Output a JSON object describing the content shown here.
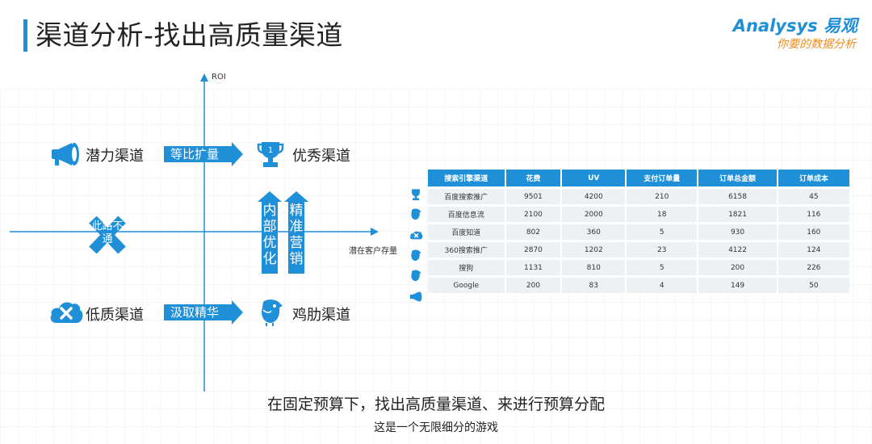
{
  "header": {
    "title": "渠道分析-找出高质量渠道",
    "brand_main": "Analysys 易观",
    "brand_sub": "你要的数据分析"
  },
  "axes": {
    "y_label": "ROI",
    "x_label": "潜在客户存量"
  },
  "quadrants": {
    "top_left": {
      "label": "潜力渠道",
      "icon": "megaphone-icon"
    },
    "top_right": {
      "label": "优秀渠道",
      "icon": "trophy-icon"
    },
    "bottom_left": {
      "label": "低质渠道",
      "icon": "cloud-x-icon"
    },
    "bottom_right": {
      "label": "鸡肋渠道",
      "icon": "bird-icon"
    }
  },
  "arrows": {
    "expand": "等比扩量",
    "absorb": "汲取精华",
    "internal": "内部优化",
    "precision": "精准营销",
    "blocked": "此路不通"
  },
  "table": {
    "headers": [
      "搜索引擎渠道",
      "花费",
      "UV",
      "支付订单量",
      "订单总金额",
      "订单成本"
    ],
    "rows": [
      {
        "icon": "trophy-icon",
        "cells": [
          "百度搜索推广",
          "9501",
          "4200",
          "210",
          "6158",
          "45"
        ]
      },
      {
        "icon": "bird-icon",
        "cells": [
          "百度信息流",
          "2100",
          "2000",
          "18",
          "1821",
          "116"
        ]
      },
      {
        "icon": "cloud-x-icon",
        "cells": [
          "百度知道",
          "802",
          "360",
          "5",
          "930",
          "160"
        ]
      },
      {
        "icon": "bird-icon",
        "cells": [
          "360搜索推广",
          "2870",
          "1202",
          "23",
          "4122",
          "124"
        ]
      },
      {
        "icon": "bird-icon",
        "cells": [
          "搜狗",
          "1131",
          "810",
          "5",
          "200",
          "226"
        ]
      },
      {
        "icon": "megaphone-icon",
        "cells": [
          "Google",
          "200",
          "83",
          "4",
          "149",
          "50"
        ]
      }
    ]
  },
  "footer": {
    "main": "在固定预算下，找出高质量渠道、来进行预算分配",
    "sub": "这是一个无限细分的游戏"
  },
  "colors": {
    "accent": "#1f8fd8",
    "brand_orange": "#f1891d",
    "cell_bg": "#eef1f4"
  }
}
